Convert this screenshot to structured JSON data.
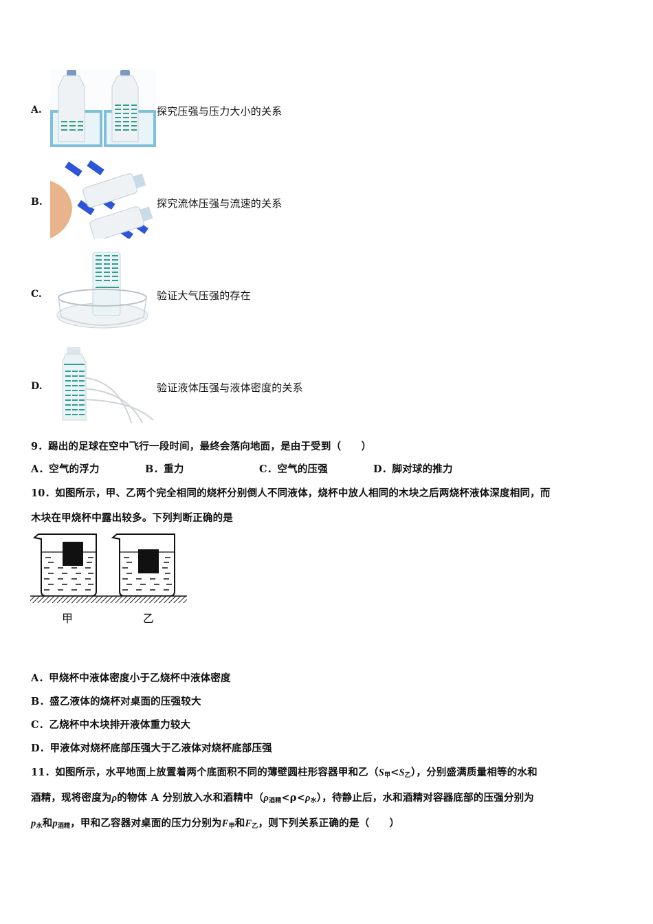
{
  "question8_options": [
    {
      "label": "A.",
      "text": "探究压强与压力大小的关系",
      "image": "two-bottles-on-sponge"
    },
    {
      "label": "B.",
      "text": "探究流体压强与流速的关系",
      "image": "blowing-between-bottles"
    },
    {
      "label": "C.",
      "text": "验证大气压强的存在",
      "image": "inverted-bottle-in-dish"
    },
    {
      "label": "D.",
      "text": "验证液体压强与液体密度的关系",
      "image": "bottle-with-water-jets"
    }
  ],
  "question9": {
    "stem": "9．踢出的足球在空中飞行一段时间，最终会落向地面，是由于受到（　　）",
    "options": [
      {
        "label": "A．",
        "text": "空气的浮力"
      },
      {
        "label": "B．",
        "text": "重力"
      },
      {
        "label": "C．",
        "text": "空气的压强"
      },
      {
        "label": "D．",
        "text": "脚对球的推力"
      }
    ]
  },
  "question10": {
    "stem_line1": "10．如图所示，甲、乙两个完全相同的烧杯分别倒人不同液体，烧杯中放人相同的木块之后两烧杯液体深度相同，而",
    "stem_line2": "木块在甲烧杯中露出较多。下列判断正确的是",
    "figure": {
      "left_label": "甲",
      "right_label": "乙"
    },
    "options": [
      {
        "label": "A．",
        "text": "甲烧杯中液体密度小于乙烧杯中液体密度"
      },
      {
        "label": "B．",
        "text": "盛乙液体的烧杯对桌面的压强较大"
      },
      {
        "label": "C．",
        "text": "乙烧杯中木块排开液体重力较大"
      },
      {
        "label": "D．",
        "text": "甲液体对烧杯底部压强大于乙液体对烧杯底部压强"
      }
    ]
  },
  "question11": {
    "line1_a": "11．如图所示，水平地面上放置着两个底面积不同的薄壁圆柱形容器甲和乙（",
    "line1_s": "S",
    "line1_sub1": "甲",
    "line1_lt": "<",
    "line1_s2": "S",
    "line1_sub2": "乙",
    "line1_b": "），分别盛满质量相等的水和",
    "line2_a": "酒精，现将密度为",
    "line2_rho": "ρ",
    "line2_b": "的物体 A 分别放入水和酒精中（",
    "line2_rho1": "ρ",
    "line2_sub1": "酒精",
    "line2_mid": "<ρ<",
    "line2_rho2": "ρ",
    "line2_sub2": "水",
    "line2_c": "），待静止后，水和酒精对容器底部的压强分别为",
    "line3_p1": "p",
    "line3_sub1": "水",
    "line3_and1": "和",
    "line3_p2": "p",
    "line3_sub2": "酒精",
    "line3_a": "，甲和乙容器对桌面的压力分别为",
    "line3_f1": "F",
    "line3_sub3": "甲",
    "line3_and2": "和",
    "line3_f2": "F",
    "line3_sub4": "乙",
    "line3_b": "，则下列关系正确的是（　　）"
  }
}
